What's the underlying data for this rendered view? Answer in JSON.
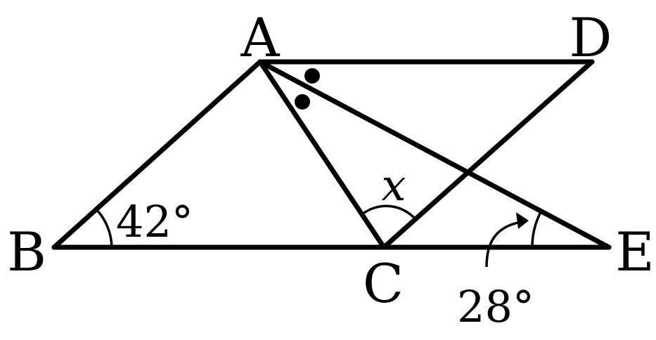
{
  "points": {
    "A": "A",
    "B": "B",
    "C": "C",
    "D": "D",
    "E": "E"
  },
  "angles": {
    "B": "42°",
    "E": "28°",
    "ACD": "x"
  },
  "marks": {
    "equal_angle_marker": "dot"
  }
}
